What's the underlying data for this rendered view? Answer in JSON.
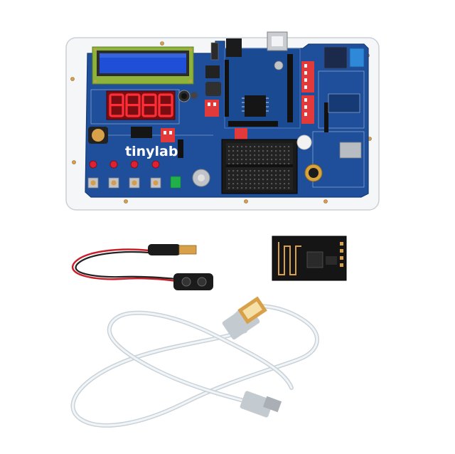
{
  "photo": {
    "background": "#ffffff",
    "board_brand": "tinylab",
    "colors": {
      "acrylic": "#f4f6f8",
      "pcb_blue": "#1f4f9a",
      "pcb_dark": "#173e7d",
      "lcd_green": "#8fb33a",
      "lcd_screen": "#1f4fd6",
      "seven_seg_red": "#e0202a",
      "dip_red": "#e23a3a",
      "breadboard": "#1a1a1a",
      "battery_clip": "#1b1b1b",
      "wire_red": "#c81e2a",
      "wire_black": "#222222",
      "wifi_module": "#151515",
      "usb_cable": "#e8eef2"
    },
    "items": [
      {
        "name": "tinylab-board",
        "icon": "pcb-board"
      },
      {
        "name": "battery-snap-cable",
        "icon": "battery-clip"
      },
      {
        "name": "esp8266-wifi-module",
        "icon": "wifi-module"
      },
      {
        "name": "usb-cable",
        "icon": "usb-cable"
      }
    ]
  }
}
